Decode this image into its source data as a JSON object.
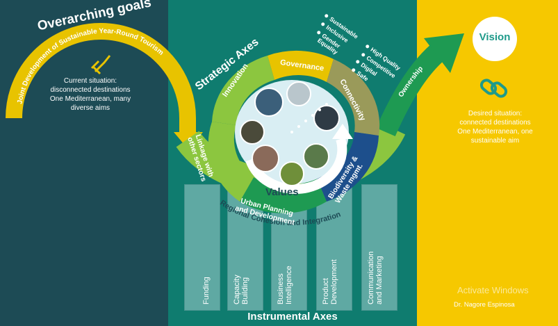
{
  "left": {
    "title": "Overarching goals",
    "arc_label": "Joint Development of Sustainable Year-Round Tourism",
    "current_situation": [
      "Current situation:",
      "disconnected destinations",
      "One Mediterranean, many",
      "diverse aims"
    ]
  },
  "middle": {
    "strategic_axes": "Strategic Axes",
    "segments": {
      "innovation": "Innovation",
      "governance": "Governance",
      "connectivity": "Connectivity",
      "biodiversity": [
        "Biodiversity &",
        "Waste mgmt."
      ],
      "urban": [
        "Urban Planning",
        "and Development"
      ],
      "linkage": [
        "Linkage with",
        "other sectors"
      ]
    },
    "values": "Values",
    "regional": "Regional Cohesion and Integration",
    "ownership": "Ownership",
    "bullets": [
      "Sustainable",
      "Inclusive",
      "Gender",
      "Equality",
      "High Quality",
      "Competitive",
      "Digital",
      "Safe"
    ],
    "pillars": [
      "Funding",
      "Capacity Building",
      "Business Intelligence",
      "Product Development",
      "Communication and Marketing"
    ],
    "pillars_lines": [
      [
        "Funding"
      ],
      [
        "Capacity",
        "Building"
      ],
      [
        "Business",
        "Intelligence"
      ],
      [
        "Product",
        "Development"
      ],
      [
        "Communication",
        "and Marketing"
      ]
    ],
    "instrumental_axes": "Instrumental Axes"
  },
  "right": {
    "vision": "Vision",
    "desired": [
      "Desired situation:",
      "connected destinations",
      "One Mediterranean, one",
      "sustainable aim"
    ],
    "watermark": "Activate Windows",
    "author": "Dr. Nagore Espinosa"
  },
  "colors": {
    "dark_teal": "#1d4b55",
    "teal": "#0f7c6f",
    "yellow": "#f6c800",
    "green": "#8cc63f",
    "navy": "#1d4f8c",
    "olive": "#9a9a5a"
  }
}
